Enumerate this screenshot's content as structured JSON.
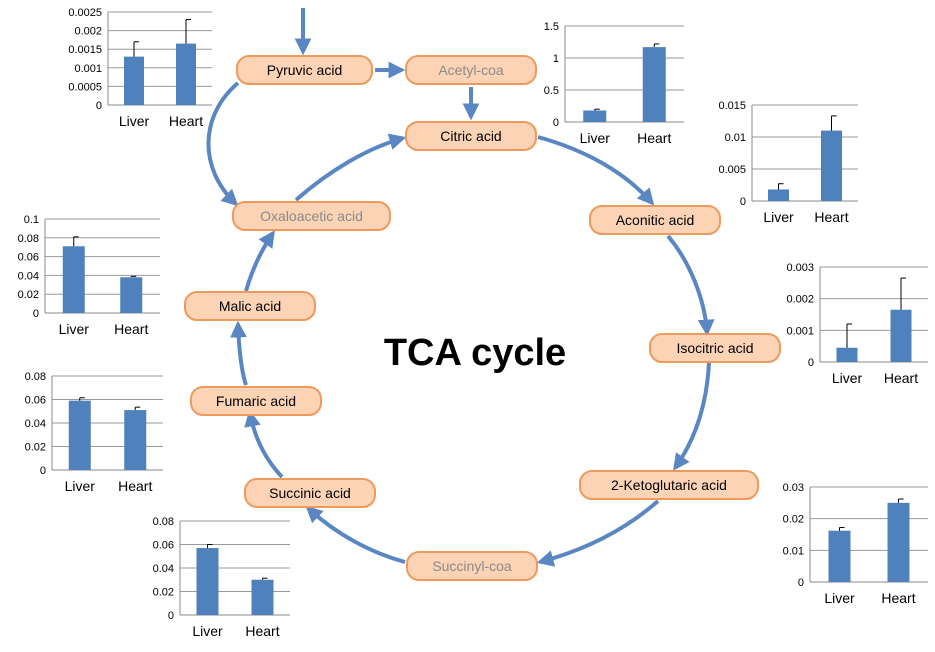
{
  "title": "TCA cycle",
  "colors": {
    "arrow": "#5a87c3",
    "node_fill": "#fcd3b5",
    "node_stroke": "#ee9a5c",
    "node_text_dark": "#000000",
    "node_text_faded": "#8a8a8a",
    "bar": "#4f81bd",
    "grid": "#999999"
  },
  "nodes": [
    {
      "id": "pyruvic",
      "label": "Pyruvic acid",
      "faded": false
    },
    {
      "id": "acetylcoa",
      "label": "Acetyl-coa",
      "faded": true
    },
    {
      "id": "citric",
      "label": "Citric acid",
      "faded": false
    },
    {
      "id": "aconitic",
      "label": "Aconitic acid",
      "faded": false
    },
    {
      "id": "isocitric",
      "label": "Isocitric acid",
      "faded": false
    },
    {
      "id": "ketoglutaric",
      "label": "2-Ketoglutaric acid",
      "faded": false
    },
    {
      "id": "succinylcoa",
      "label": "Succinyl-coa",
      "faded": true
    },
    {
      "id": "succinic",
      "label": "Succinic acid",
      "faded": false
    },
    {
      "id": "fumaric",
      "label": "Fumaric acid",
      "faded": false
    },
    {
      "id": "malic",
      "label": "Malic acid",
      "faded": false
    },
    {
      "id": "oxaloacetic",
      "label": "Oxaloacetic acid",
      "faded": true
    }
  ],
  "chart_data": [
    {
      "id": "pyruvic",
      "type": "bar",
      "categories": [
        "Liver",
        "Heart"
      ],
      "values": [
        0.0013,
        0.00165
      ],
      "errors": [
        0.0004,
        0.00065
      ],
      "ylim": [
        0,
        0.0025
      ],
      "yticks": [
        "0",
        "0.0005",
        "0.001",
        "0.0015",
        "0.002",
        "0.0025"
      ]
    },
    {
      "id": "citric",
      "type": "bar",
      "categories": [
        "Liver",
        "Heart"
      ],
      "values": [
        0.18,
        1.17
      ],
      "errors": [
        0.02,
        0.05
      ],
      "ylim": [
        0,
        1.5
      ],
      "yticks": [
        "0",
        "0.5",
        "1",
        "1.5"
      ]
    },
    {
      "id": "aconitic",
      "type": "bar",
      "categories": [
        "Liver",
        "Heart"
      ],
      "values": [
        0.0018,
        0.011
      ],
      "errors": [
        0.0009,
        0.0023
      ],
      "ylim": [
        0,
        0.015
      ],
      "yticks": [
        "0",
        "0.005",
        "0.01",
        "0.015"
      ]
    },
    {
      "id": "isocitric",
      "type": "bar",
      "categories": [
        "Liver",
        "Heart"
      ],
      "values": [
        0.00045,
        0.00165
      ],
      "errors": [
        0.00075,
        0.001
      ],
      "ylim": [
        0,
        0.003
      ],
      "yticks": [
        "0",
        "0.001",
        "0.002",
        "0.003"
      ]
    },
    {
      "id": "ketoglutaric",
      "type": "bar",
      "categories": [
        "Liver",
        "Heart"
      ],
      "values": [
        0.0162,
        0.025
      ],
      "errors": [
        0.001,
        0.0012
      ],
      "ylim": [
        0,
        0.03
      ],
      "yticks": [
        "0",
        "0.01",
        "0.02",
        "0.03"
      ]
    },
    {
      "id": "succinic",
      "type": "bar",
      "categories": [
        "Liver",
        "Heart"
      ],
      "values": [
        0.057,
        0.03
      ],
      "errors": [
        0.003,
        0.0013
      ],
      "ylim": [
        0,
        0.08
      ],
      "yticks": [
        "0",
        "0.02",
        "0.04",
        "0.06",
        "0.08"
      ]
    },
    {
      "id": "fumaric",
      "type": "bar",
      "categories": [
        "Liver",
        "Heart"
      ],
      "values": [
        0.059,
        0.051
      ],
      "errors": [
        0.0025,
        0.0025
      ],
      "ylim": [
        0,
        0.08
      ],
      "yticks": [
        "0",
        "0.02",
        "0.04",
        "0.06",
        "0.08"
      ]
    },
    {
      "id": "malic",
      "type": "bar",
      "categories": [
        "Liver",
        "Heart"
      ],
      "values": [
        0.071,
        0.038
      ],
      "errors": [
        0.01,
        0.001
      ],
      "ylim": [
        0,
        0.1
      ],
      "yticks": [
        "0",
        "0.02",
        "0.04",
        "0.06",
        "0.08",
        "0.1"
      ]
    }
  ]
}
